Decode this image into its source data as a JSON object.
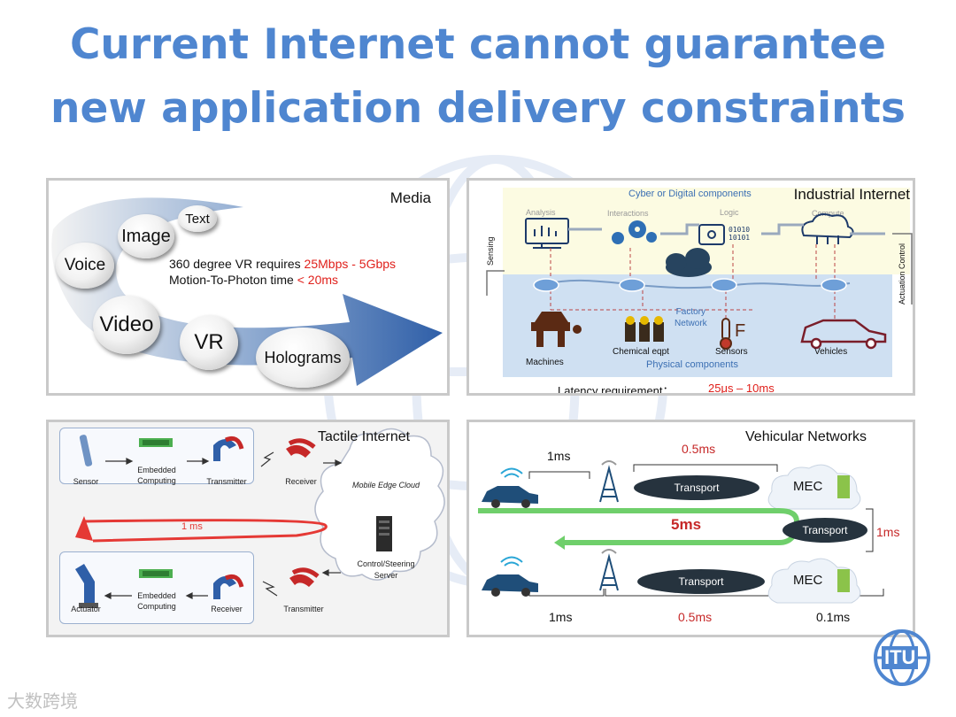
{
  "title": {
    "line1": "Current Internet cannot guarantee",
    "line2": "new application delivery constraints"
  },
  "media": {
    "label": "Media",
    "bubbles": [
      "Text",
      "Image",
      "Voice",
      "Video",
      "VR",
      "Holograms"
    ],
    "vr_req_prefix": "360 degree VR requires ",
    "vr_req_value": "25Mbps - 5Gbps",
    "mtp_prefix": "Motion-To-Photon time ",
    "mtp_value": "< 20ms"
  },
  "industrial": {
    "label": "Industrial Internet",
    "cyber": "Cyber or Digital components",
    "analysis": "Analysis",
    "interactions": "Interactions",
    "logic": "Logic",
    "compute": "Compute",
    "sensing": "Sensing",
    "actuation": "Actuation Control",
    "factory_network": "Factory\nNetwork",
    "machines": "Machines",
    "chemical": "Chemical eqpt",
    "sensors": "Sensors",
    "vehicles": "Vehicles",
    "physical": "Physical components",
    "latency_label": "Latency requirement：",
    "latency_value": "25μs – 10ms"
  },
  "tactile": {
    "label": "Tactile Internet",
    "sensor": "Sensor",
    "embedded": "Embedded\nComputing",
    "transmitter": "Transmitter",
    "receiver": "Receiver",
    "cloud": "Mobile Edge Cloud",
    "server": "Control/Steering\nServer",
    "latency": "1 ms",
    "actuator": "Actuator"
  },
  "vehicular": {
    "label": "Vehicular Networks",
    "top_1ms": "1ms",
    "top_05ms": "0.5ms",
    "transport": "Transport",
    "mec": "MEC",
    "total": "5ms",
    "right_1ms": "1ms",
    "bottom_1ms": "1ms",
    "bottom_05ms": "0.5ms",
    "bottom_01ms": "0.1ms"
  },
  "colors": {
    "title": "#4f86d0",
    "accent_red": "#e0201b",
    "loop_green": "#6fcf6b",
    "pill": "#26333e",
    "mec_green": "#8bc34a"
  },
  "logo": {
    "text": "ITU"
  },
  "footer_watermark": "大数跨境"
}
